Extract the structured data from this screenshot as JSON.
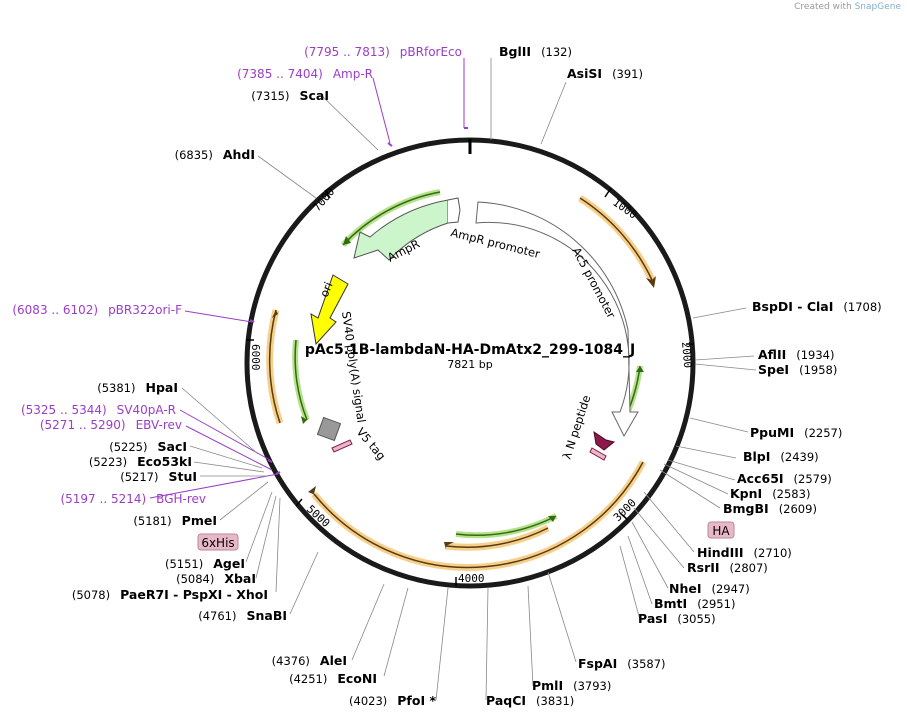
{
  "credit": {
    "prefix": "Created with",
    "brand": "SnapGene"
  },
  "plasmid": {
    "name": "pAc5.1B-lambdaN-HA-DmAtx2_299-1084_J",
    "size_label": "7821 bp",
    "length": 7821
  },
  "ticks": [
    {
      "label": "1000",
      "pos": 1000
    },
    {
      "label": "2000",
      "pos": 2000
    },
    {
      "label": "3000",
      "pos": 3000
    },
    {
      "label": "4000",
      "pos": 4000
    },
    {
      "label": "5000",
      "pos": 5000
    },
    {
      "label": "6000",
      "pos": 6000
    },
    {
      "label": "7000",
      "pos": 7000
    }
  ],
  "enzymes": [
    {
      "name": "BglII",
      "pos": "(132)",
      "bp": 132
    },
    {
      "name": "AsiSI",
      "pos": "(391)",
      "bp": 391
    },
    {
      "name": "BspDI - ClaI",
      "pos": "(1708)",
      "bp": 1708
    },
    {
      "name": "AflII",
      "pos": "(1934)",
      "bp": 1934
    },
    {
      "name": "SpeI",
      "pos": "(1958)",
      "bp": 1958
    },
    {
      "name": "PpuMI",
      "pos": "(2257)",
      "bp": 2257
    },
    {
      "name": "BlpI",
      "pos": "(2439)",
      "bp": 2439
    },
    {
      "name": "Acc65I",
      "pos": "(2579)",
      "bp": 2579
    },
    {
      "name": "KpnI",
      "pos": "(2583)",
      "bp": 2583
    },
    {
      "name": "BmgBI",
      "pos": "(2609)",
      "bp": 2609
    },
    {
      "name": "HindIII",
      "pos": "(2710)",
      "bp": 2710
    },
    {
      "name": "RsrII",
      "pos": "(2807)",
      "bp": 2807
    },
    {
      "name": "NheI",
      "pos": "(2947)",
      "bp": 2947
    },
    {
      "name": "BmtI",
      "pos": "(2951)",
      "bp": 2951
    },
    {
      "name": "PasI",
      "pos": "(3055)",
      "bp": 3055
    },
    {
      "name": "FspAI",
      "pos": "(3587)",
      "bp": 3587
    },
    {
      "name": "PmlI",
      "pos": "(3793)",
      "bp": 3793
    },
    {
      "name": "PaqCI",
      "pos": "(3831)",
      "bp": 3831
    },
    {
      "name": "PfoI *",
      "pos": "(4023)",
      "bp": 4023
    },
    {
      "name": "EcoNI",
      "pos": "(4251)",
      "bp": 4251
    },
    {
      "name": "AleI",
      "pos": "(4376)",
      "bp": 4376
    },
    {
      "name": "SnaBI",
      "pos": "(4761)",
      "bp": 4761
    },
    {
      "name": "PaeR7I - PspXI - XhoI",
      "pos": "(5078)",
      "bp": 5078
    },
    {
      "name": "XbaI",
      "pos": "(5084)",
      "bp": 5084
    },
    {
      "name": "AgeI",
      "pos": "(5151)",
      "bp": 5151
    },
    {
      "name": "PmeI",
      "pos": "(5181)",
      "bp": 5181
    },
    {
      "name": "StuI",
      "pos": "(5217)",
      "bp": 5217
    },
    {
      "name": "Eco53kI",
      "pos": "(5223)",
      "bp": 5223
    },
    {
      "name": "SacI",
      "pos": "(5225)",
      "bp": 5225
    },
    {
      "name": "HpaI",
      "pos": "(5381)",
      "bp": 5381
    },
    {
      "name": "AhdI",
      "pos": "(6835)",
      "bp": 6835
    },
    {
      "name": "ScaI",
      "pos": "(7315)",
      "bp": 7315
    }
  ],
  "primers": [
    {
      "name": "pBRforEco",
      "range": "(7795 .. 7813)"
    },
    {
      "name": "Amp-R",
      "range": "(7385 .. 7404)"
    },
    {
      "name": "pBR322ori-F",
      "range": "(6083 .. 6102)"
    },
    {
      "name": "SV40pA-R",
      "range": "(5325 .. 5344)"
    },
    {
      "name": "EBV-rev",
      "range": "(5271 .. 5290)"
    },
    {
      "name": "BGH-rev",
      "range": "(5197 .. 5214)"
    }
  ],
  "features": {
    "ampr_promoter": "AmpR promoter",
    "ampr": "AmpR",
    "ac5_promoter": "Ac5 promoter",
    "ori": "ori",
    "sv40": "SV40 poly(A) signal",
    "v5": "V5 tag",
    "lambda_n": "λ N peptide",
    "ha": "HA",
    "his": "6xHis"
  },
  "colors": {
    "backbone": "#1a1a1a",
    "primer": "#9b3ec7",
    "orf_orange": "#e8a23a",
    "orf_green": "#6bbf2a",
    "ampr_fill": "#ccf5cc",
    "ori_fill": "#ffff00",
    "lambda_fill": "#8b1a4a",
    "tag_fill": "#e9b8c8"
  }
}
